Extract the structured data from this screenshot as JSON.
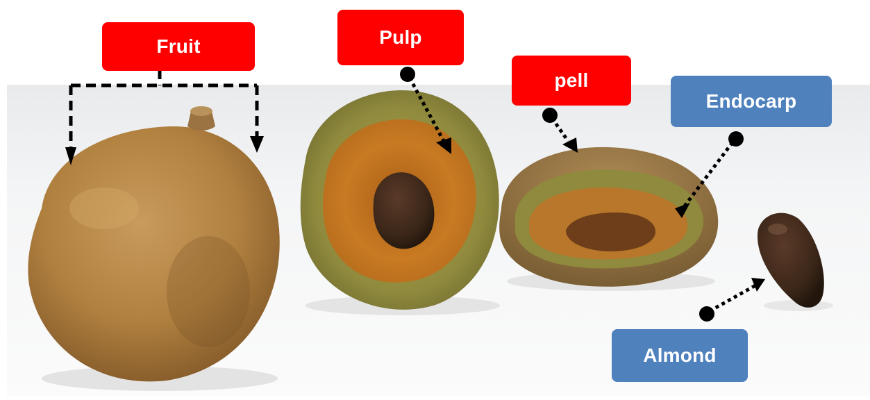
{
  "labels": {
    "fruit": "Fruit",
    "pulp": "Pulp",
    "pell": "pell",
    "endocarp": "Endocarp",
    "almond": "Almond"
  },
  "colors": {
    "red_label": "#ff0000",
    "blue_label": "#4f81bd",
    "label_text": "#ffffff",
    "backdrop": "#f3f4f6"
  }
}
